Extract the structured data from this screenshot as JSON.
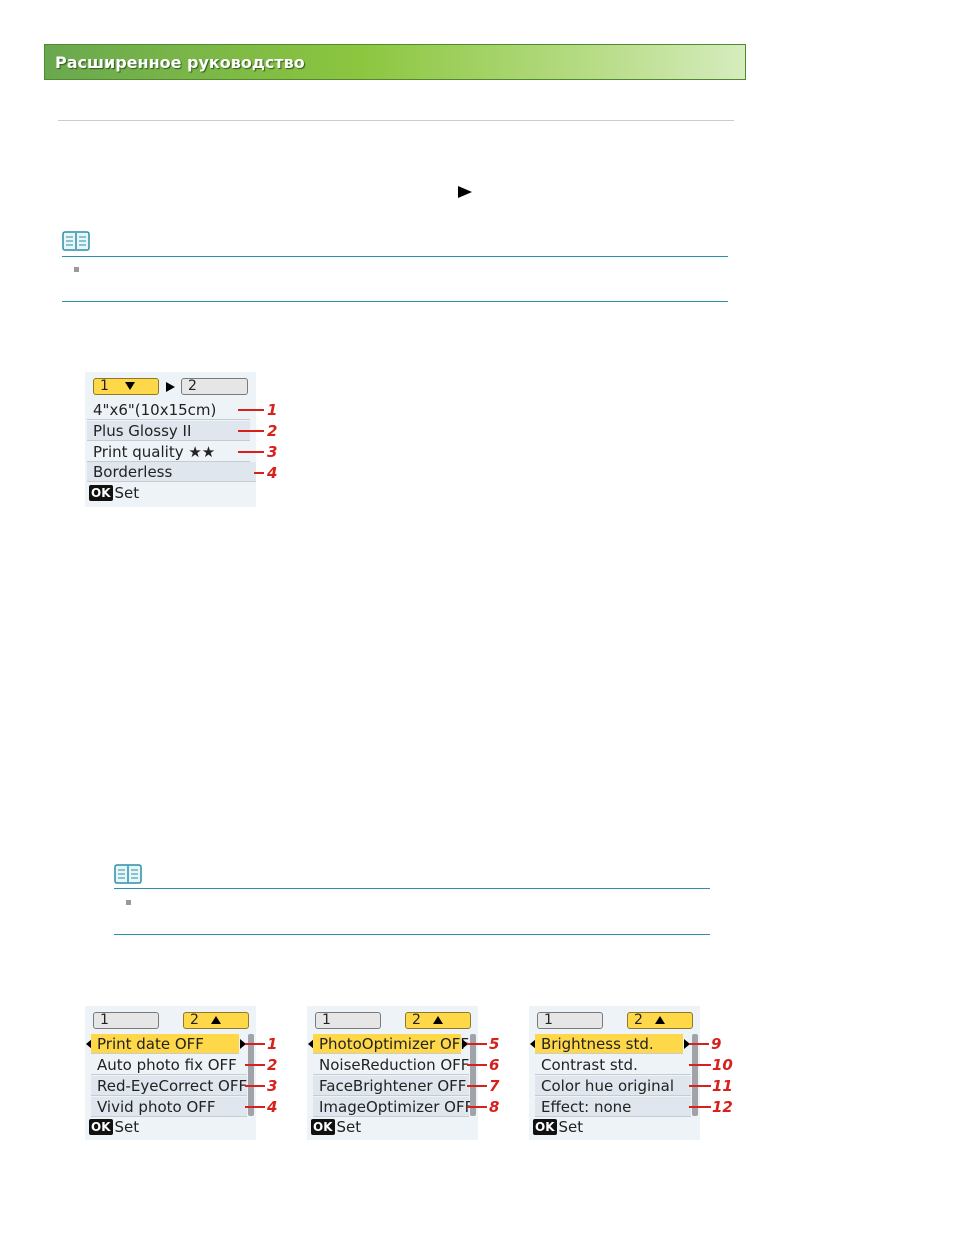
{
  "header": {
    "title": "Расширенное руководство"
  },
  "icons": {
    "note": "note-book-icon",
    "arrow": "play-arrow-icon"
  },
  "screen1": {
    "tab_active": "1",
    "tab_inactive": "2",
    "rows": [
      "4\"x6\"(10x15cm)",
      "Plus Glossy II",
      "Print quality ★★",
      "Borderless"
    ],
    "footer_ok": "OK",
    "footer_label": "Set",
    "callouts": [
      "1",
      "2",
      "3",
      "4"
    ]
  },
  "screens2": [
    {
      "tab_inactive": "1",
      "tab_active": "2",
      "rows": [
        "Print date OFF",
        "Auto photo fix OFF",
        "Red-EyeCorrect OFF",
        "Vivid photo OFF"
      ],
      "footer_ok": "OK",
      "footer_label": "Set",
      "callouts": [
        "1",
        "2",
        "3",
        "4"
      ]
    },
    {
      "tab_inactive": "1",
      "tab_active": "2",
      "rows": [
        "PhotoOptimizer OFF",
        "NoiseReduction OFF",
        "FaceBrightener OFF",
        "ImageOptimizer OFF"
      ],
      "footer_ok": "OK",
      "footer_label": "Set",
      "callouts": [
        "5",
        "6",
        "7",
        "8"
      ]
    },
    {
      "tab_inactive": "1",
      "tab_active": "2",
      "rows": [
        "Brightness std.",
        "Contrast std.",
        "Color hue original",
        "Effect: none"
      ],
      "footer_ok": "OK",
      "footer_label": "Set",
      "callouts": [
        "9",
        "10",
        "11",
        "12"
      ]
    }
  ],
  "colors": {
    "accent_green": "#8cc63f",
    "highlight_yellow": "#ffd84a",
    "callout_red": "#d8201c",
    "note_rule": "#2a8fa8"
  }
}
